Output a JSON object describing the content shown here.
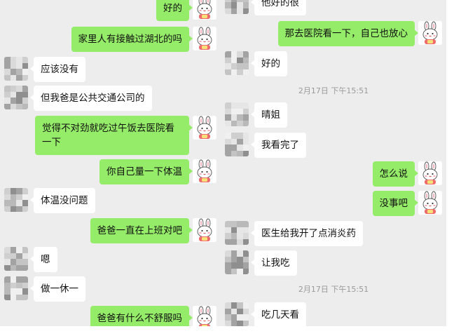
{
  "left_conversation": {
    "messages": [
      {
        "side": "mine",
        "text": "好的"
      },
      {
        "side": "mine",
        "text": "家里人有接触过湖北的吗"
      },
      {
        "side": "theirs",
        "text": "应该没有"
      },
      {
        "side": "theirs",
        "text": "但我爸是公共交通公司的"
      },
      {
        "side": "mine",
        "text": "觉得不对劲就吃过午饭去医院看一下"
      },
      {
        "side": "mine",
        "text": "你自己量一下体温"
      },
      {
        "side": "theirs",
        "text": "体温没问题"
      },
      {
        "side": "mine",
        "text": "爸爸一直在上班对吧"
      },
      {
        "side": "theirs",
        "text": "嗯"
      },
      {
        "side": "theirs",
        "text": "做一休一"
      },
      {
        "side": "mine",
        "text": "爸爸有什么不舒服吗"
      }
    ]
  },
  "right_conversation": {
    "messages": [
      {
        "side": "theirs",
        "text": "他好的很"
      },
      {
        "side": "mine",
        "text": "那去医院看一下，自己也放心"
      },
      {
        "side": "theirs",
        "text": "好的"
      },
      {
        "side": "theirs",
        "text": "晴姐"
      },
      {
        "side": "theirs",
        "text": "我看完了"
      },
      {
        "side": "mine",
        "text": "怎么说"
      },
      {
        "side": "mine",
        "text": "没事吧"
      },
      {
        "side": "theirs",
        "text": "医生给我开了点消炎药"
      },
      {
        "side": "theirs",
        "text": "让我吃"
      },
      {
        "side": "theirs",
        "text": "吃几天看"
      }
    ],
    "timestamps": [
      "2月17日 下午15:51",
      "2月17日 下午15:51"
    ]
  },
  "colors": {
    "background": "#ededed",
    "mine_bubble": "#95ec69",
    "theirs_bubble": "#ffffff",
    "timestamp": "#9a9a9a"
  },
  "icons": {
    "my_avatar": "bunny-avatar-icon",
    "their_avatar": "pixelated-avatar-icon"
  }
}
